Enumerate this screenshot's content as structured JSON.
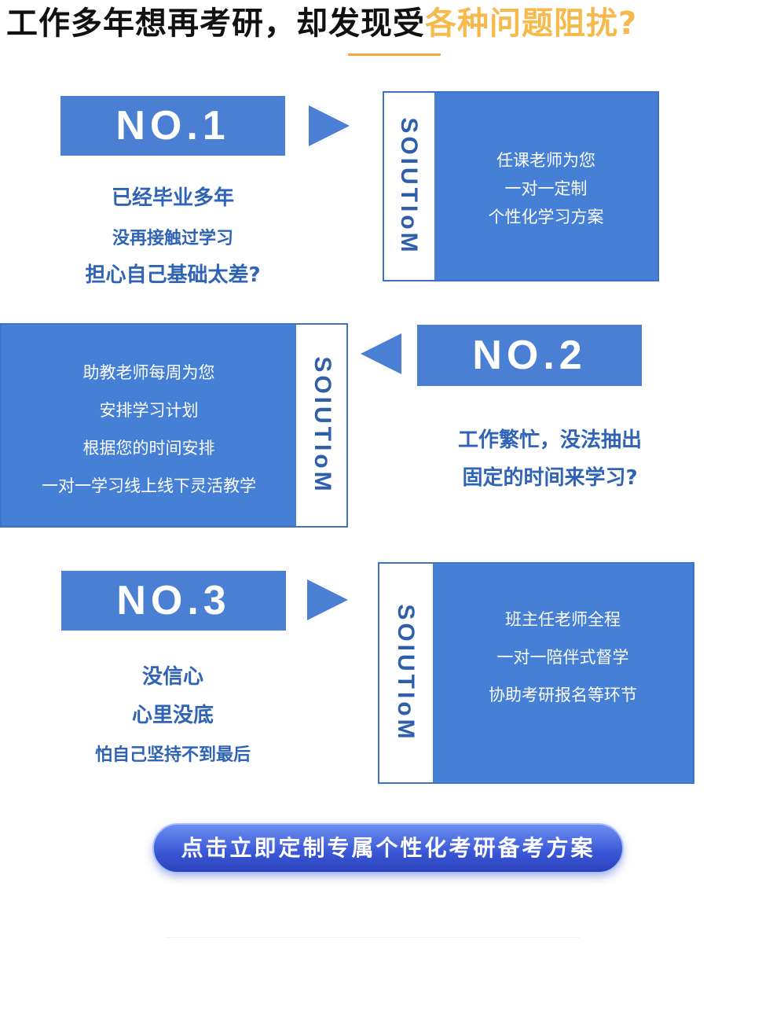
{
  "header": {
    "title_main": "工作多年想再考研，却发现受",
    "title_highlight": "各种问题阻扰?"
  },
  "solution_label": "SOIUTIoM",
  "items": [
    {
      "number": "NO.1",
      "problem": [
        "已经毕业多年",
        "没再接触过学习",
        "担心自己基础太差?"
      ],
      "solution": [
        "任课老师为您",
        "一对一定制",
        "个性化学习方案"
      ]
    },
    {
      "number": "NO.2",
      "problem": [
        "工作繁忙，没法抽出",
        "固定的时间来学习?"
      ],
      "solution": [
        "助教老师每周为您",
        "安排学习计划",
        "根据您的时间安排",
        "一对一学习线上线下灵活教学"
      ]
    },
    {
      "number": "NO.3",
      "problem": [
        "没信心",
        "心里没底",
        "怕自己坚持不到最后"
      ],
      "solution": [
        "班主任老师全程",
        "一对一陪伴式督学",
        "协助考研报名等环节"
      ]
    }
  ],
  "cta": {
    "label": "点击立即定制专属个性化考研备考方案"
  }
}
